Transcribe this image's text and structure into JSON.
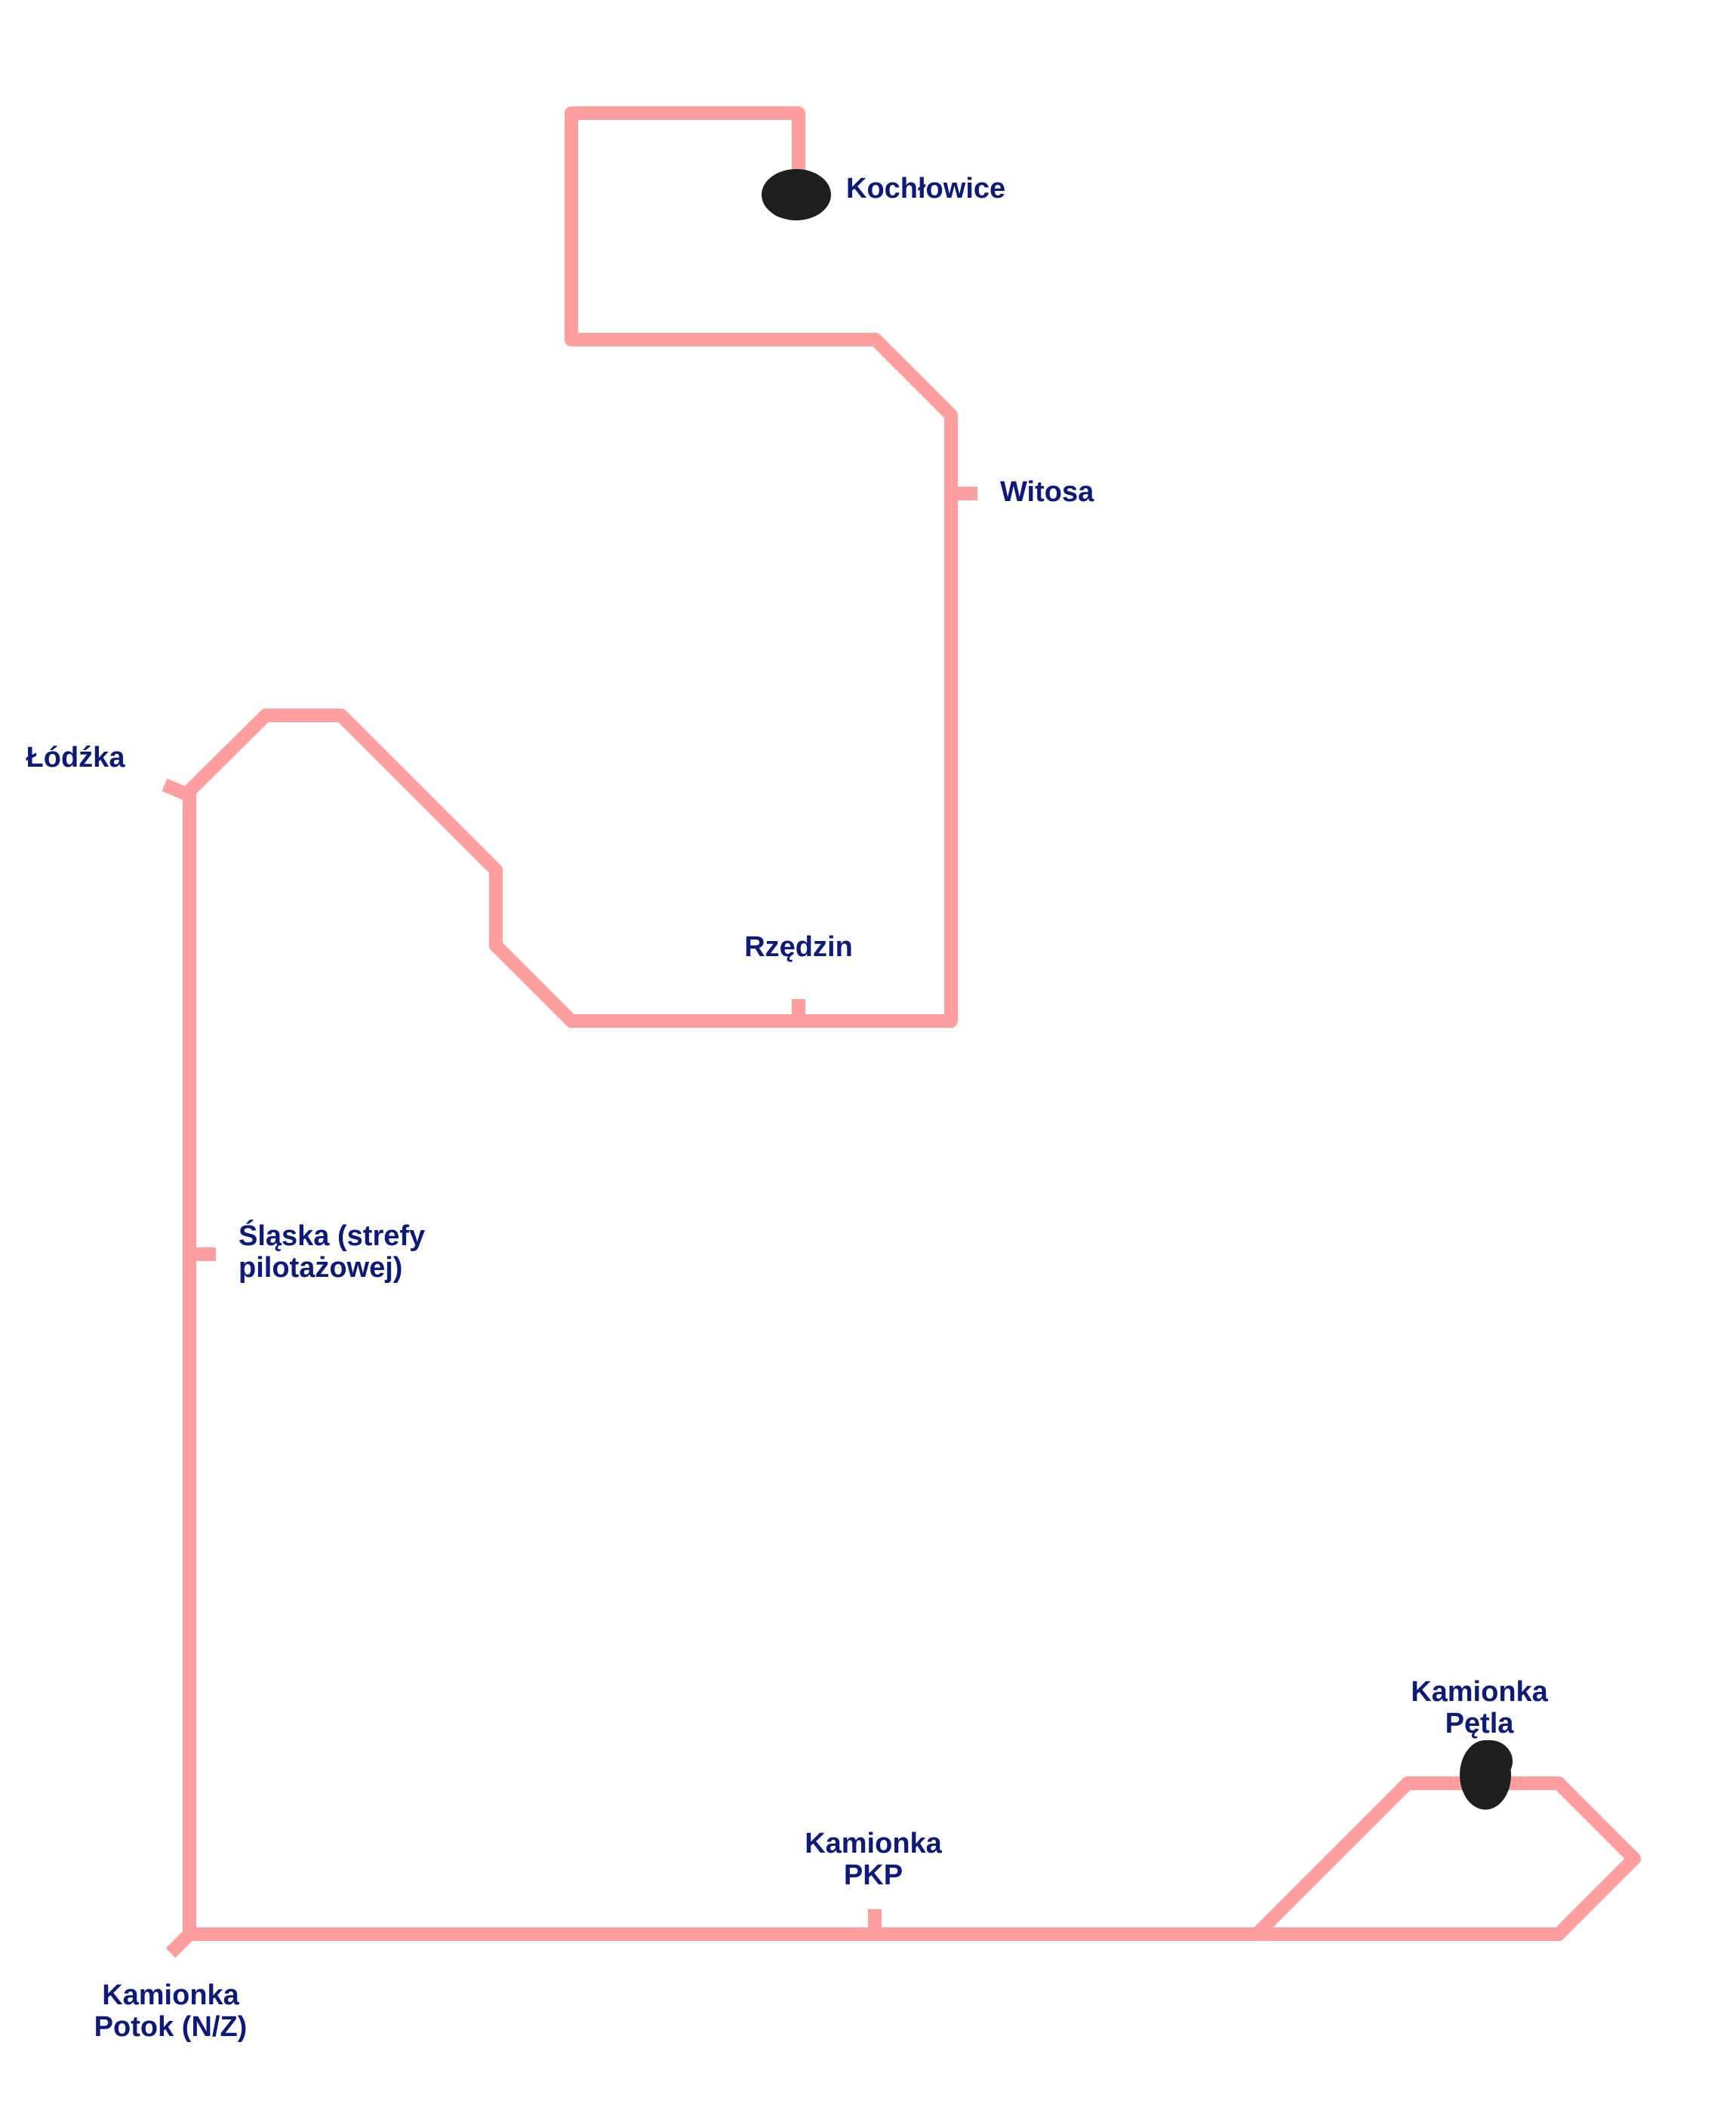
{
  "map": {
    "line_color": "#FF9E9E",
    "label_color": "#0C1A7A",
    "terminal_color": "#1E1E1E",
    "stops": [
      {
        "id": "kochlowice",
        "lines": [
          "Kochłowice"
        ],
        "terminal": true
      },
      {
        "id": "witosa",
        "lines": [
          "Witosa"
        ],
        "terminal": false
      },
      {
        "id": "lodzka",
        "lines": [
          "Łódźka"
        ],
        "terminal": false
      },
      {
        "id": "rzedzin",
        "lines": [
          "Rzędzin"
        ],
        "terminal": false
      },
      {
        "id": "slaska",
        "lines": [
          "Śląska (strefy",
          "pilotażowej)"
        ],
        "terminal": false
      },
      {
        "id": "kamionka-petla",
        "lines": [
          "Kamionka",
          "Pętla"
        ],
        "terminal": true
      },
      {
        "id": "kamionka-pkp",
        "lines": [
          "Kamionka",
          "PKP"
        ],
        "terminal": false
      },
      {
        "id": "kamionka-potok",
        "lines": [
          "Kamionka",
          "Potok (N/Z)"
        ],
        "terminal": false
      }
    ]
  }
}
